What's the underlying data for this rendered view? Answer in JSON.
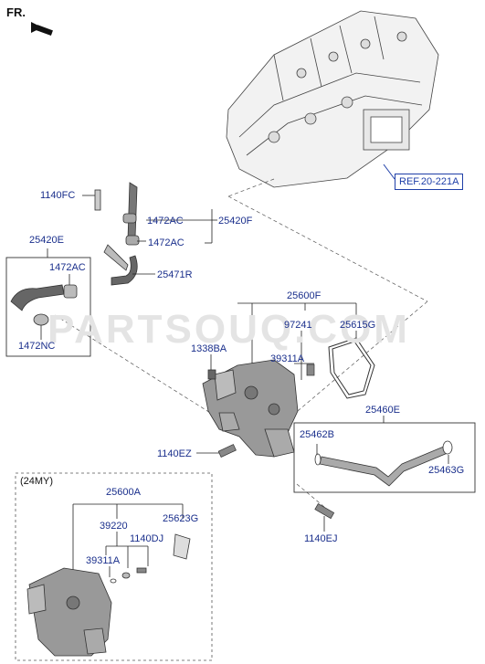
{
  "header": {
    "fr_label": "FR."
  },
  "watermark": "PARTSOUQ.COM",
  "reference": "REF.20-221A",
  "variant_label": "(24MY)",
  "callouts": {
    "c1140FC": "1140FC",
    "c1472AC_a": "1472AC",
    "c25420F": "25420F",
    "c1472AC_b": "1472AC",
    "c25420E": "25420E",
    "c1472AC_c": "1472AC",
    "c25471R": "25471R",
    "c1472NC": "1472NC",
    "c25600F": "25600F",
    "c97241": "97241",
    "c25615G": "25615G",
    "c1338BA": "1338BA",
    "c39311A_a": "39311A",
    "c25460E": "25460E",
    "c25462B": "25462B",
    "c1140EZ": "1140EZ",
    "c25463G": "25463G",
    "c1140EJ": "1140EJ",
    "c25600A": "25600A",
    "c39220": "39220",
    "c25623G": "25623G",
    "c1140DJ": "1140DJ",
    "c39311A_b": "39311A"
  }
}
